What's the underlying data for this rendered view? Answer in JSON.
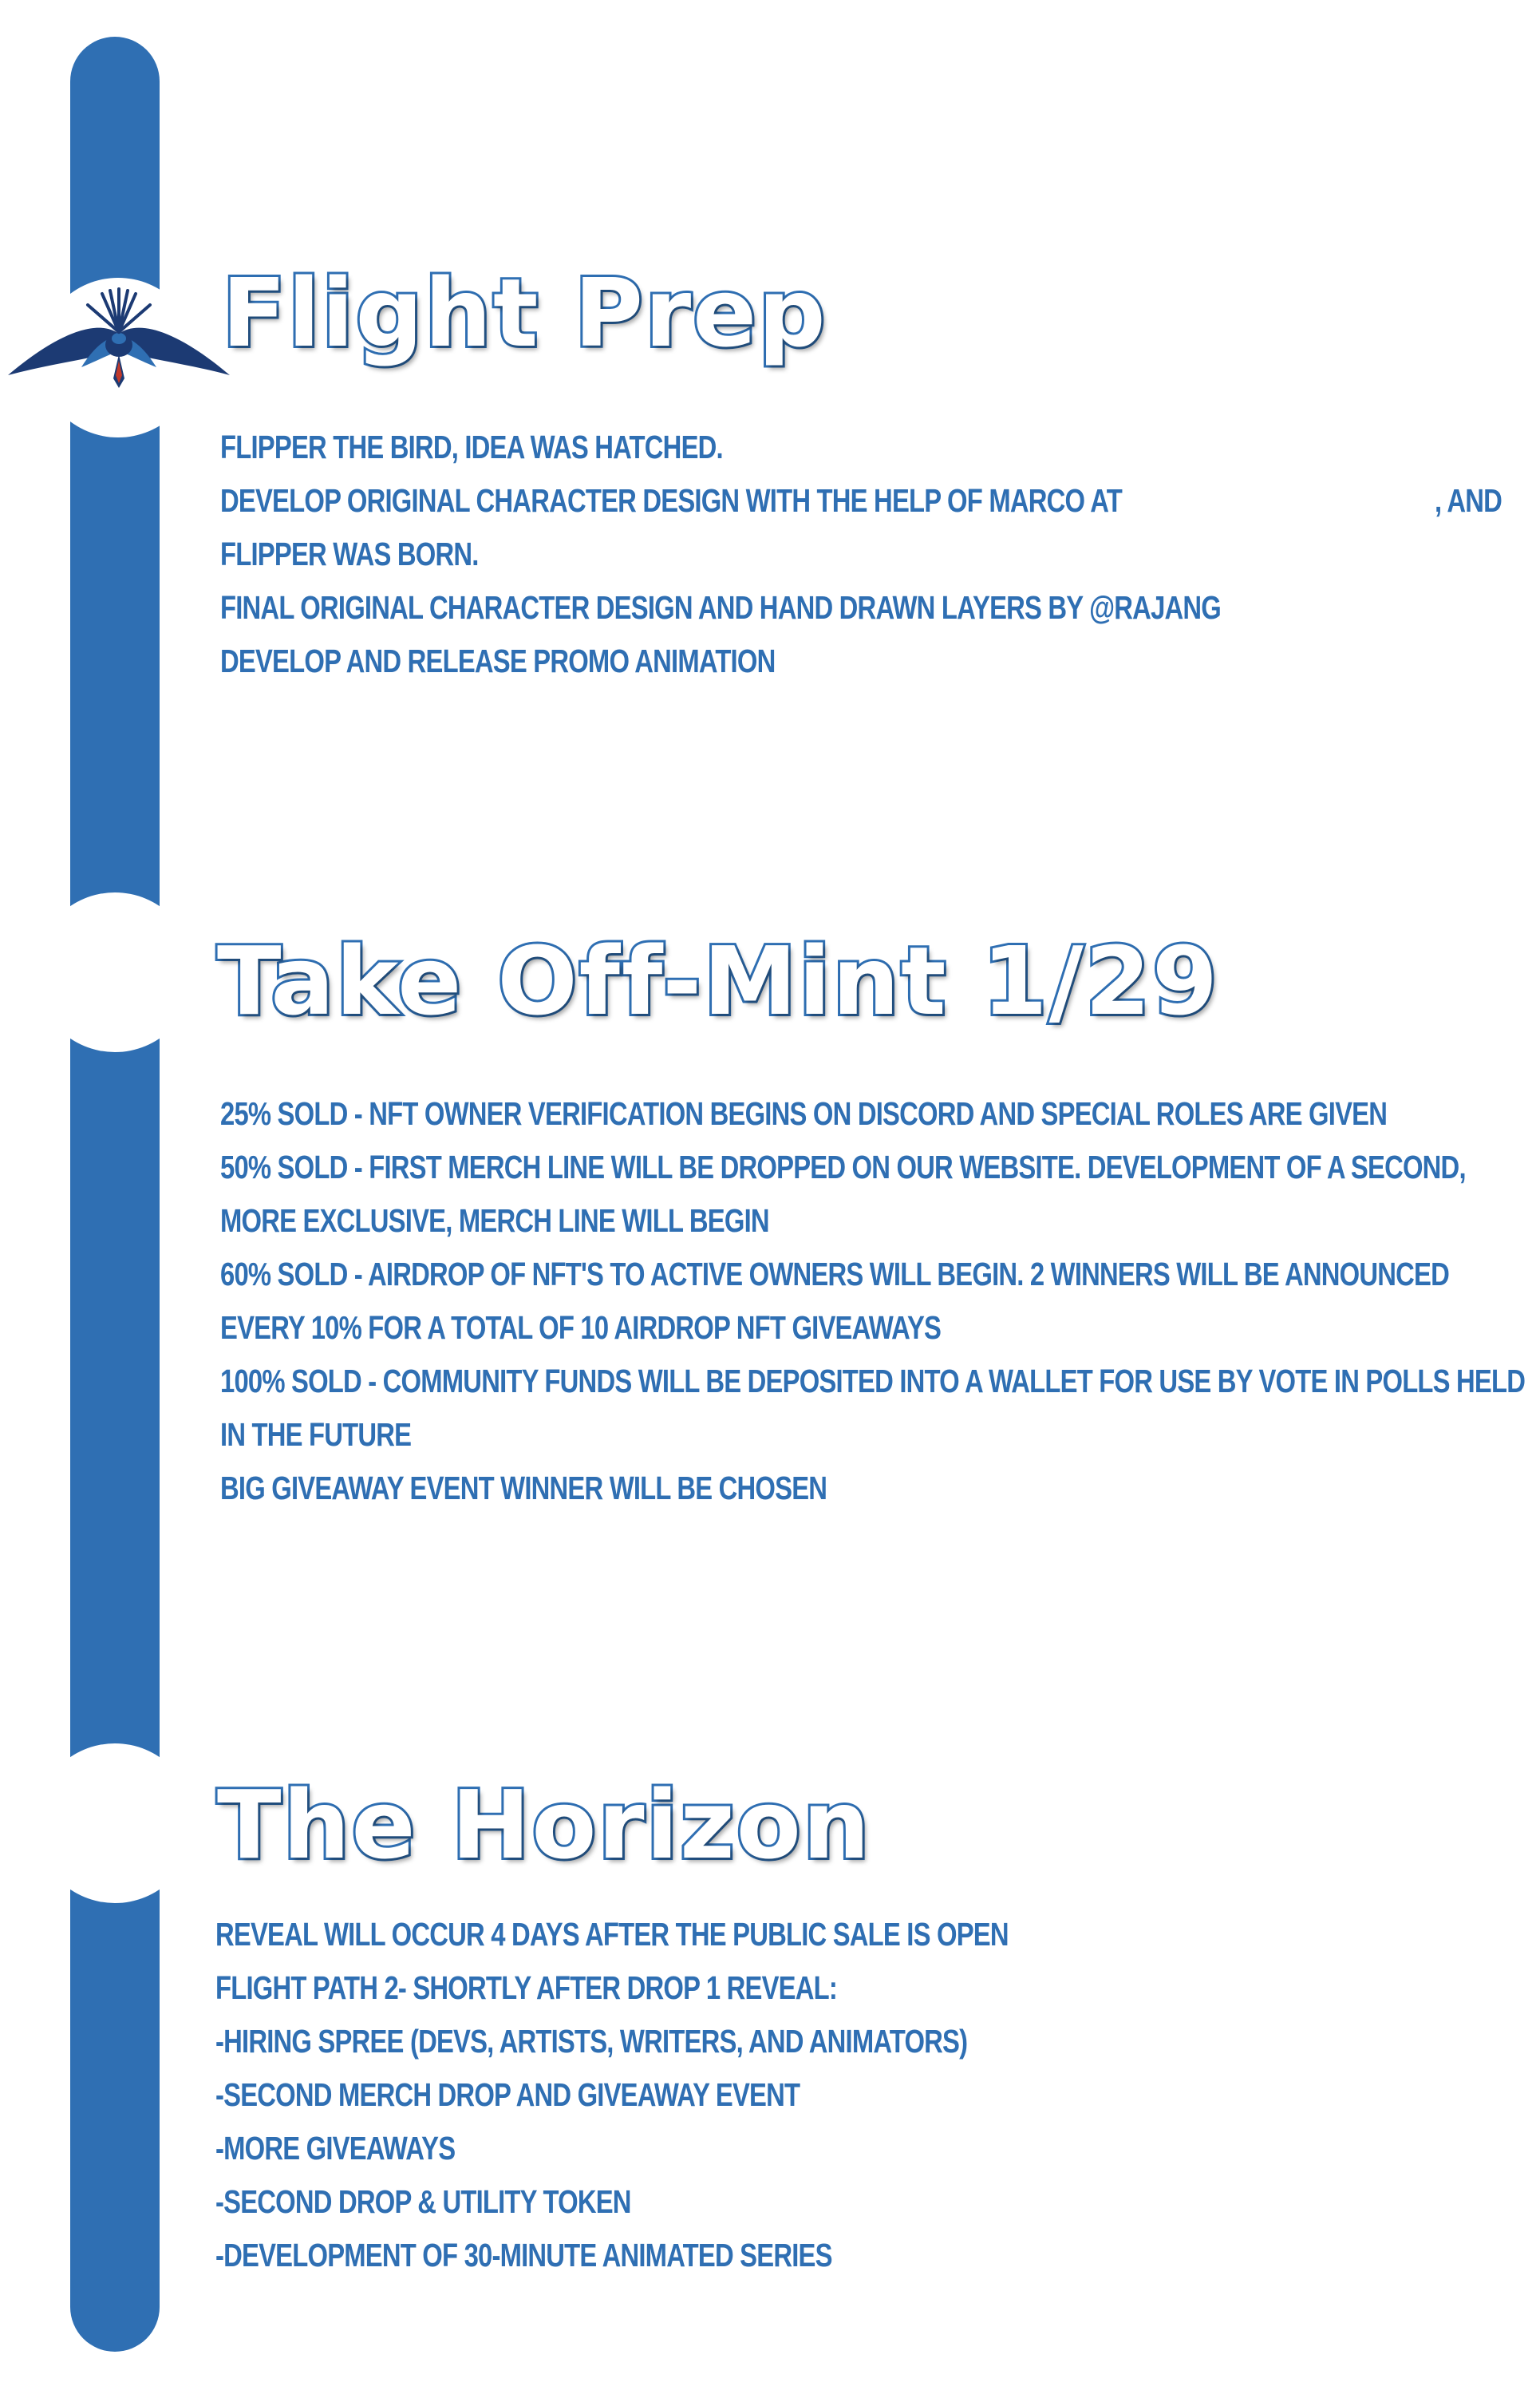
{
  "colors": {
    "accent": "#2f6fb3",
    "background": "#ffffff",
    "logo_dark": "#1c3a73",
    "logo_beak": "#c0392b"
  },
  "icons": {
    "logo": "flipper-bird-logo"
  },
  "sections": [
    {
      "title": "Flight Prep",
      "lines": [
        "Flipper the bird, idea was hatched.",
        "Develop original character design with the help of Marco at",
        "Flipper was born.",
        "Final original character design and hand drawn layers by @RAJANG",
        "Develop and release promo animation"
      ],
      "line2_suffix": ", and"
    },
    {
      "title": "Take Off-Mint 1/29",
      "lines": [
        "25% sold - NFT owner verification begins on Discord and special roles are given",
        "50% sold - First merch line will be dropped on our website. Development of a second,",
        "more exclusive, merch line will begin",
        "60% sold - Airdrop of NFT's to active owners will begin. 2 winners will be announced",
        "every 10% for a total of 10 airdrop NFT giveaways",
        "100% sold - Community funds will be deposited into a wallet for use by vote in polls held",
        "in the future",
        "Big Giveaway Event winner will be chosen"
      ]
    },
    {
      "title": "The Horizon",
      "lines": [
        "Reveal will occur 4 days after the public sale is open",
        "Flight Path 2- Shortly after drop 1 reveal:",
        "-Hiring spree (devs, artists, writers, and animators)",
        "-Second merch drop and giveaway event",
        "-More giveaways",
        "-Second drop & utility token",
        "-Development of 30-minute animated series"
      ]
    }
  ]
}
